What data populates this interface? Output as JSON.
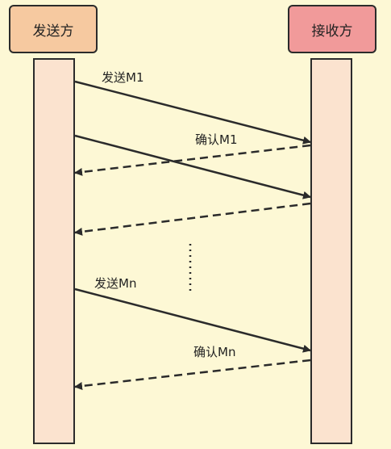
{
  "actors": {
    "sender": "发送方",
    "receiver": "接收方"
  },
  "messages": {
    "send_m1": "发送M1",
    "ack_m1": "确认M1",
    "send_mn": "发送Mn",
    "ack_mn": "确认Mn"
  },
  "colors": {
    "background": "#fdf8d5",
    "sender_box": "#f6c9a0",
    "receiver_box": "#f19a9a",
    "lifeline": "#fbe3cf",
    "line": "#2b2b2b"
  }
}
